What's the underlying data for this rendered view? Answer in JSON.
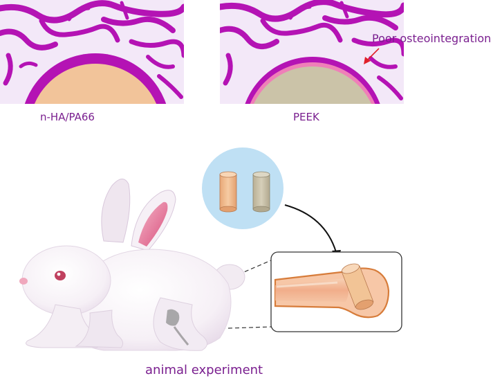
{
  "panels": {
    "left": {
      "label": "n-HA/PA66"
    },
    "right": {
      "label": "PEEK",
      "annotation": "Poor osteointegration"
    }
  },
  "bottom": {
    "label": "animal experiment"
  },
  "colors": {
    "bone_magenta": "#b413b4",
    "background_lavender": "#f3e8f8",
    "implant_nha": "#f2c49a",
    "implant_peek": "#cbc3a8",
    "peek_interface": "#ef7fb8",
    "annotation_text": "#7a1f8f",
    "arrow_red": "#e0202a",
    "sample_circle": "#bfe0f4",
    "femur_shaft": "#f0b48e",
    "femur_outline": "#d77c3a"
  },
  "icons": [
    "rabbit-illustration",
    "cylinder-sample-icon",
    "femur-bone-icon",
    "curved-arrow-icon",
    "magnify-callout-icon"
  ]
}
